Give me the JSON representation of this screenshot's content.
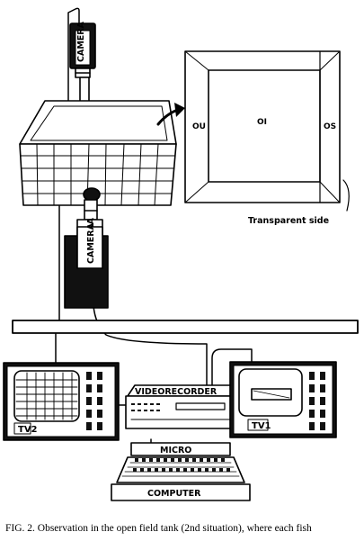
{
  "labels": {
    "camera_top": "CAMERA",
    "camera_bottom": "CAMERA",
    "zone_ou": "OU",
    "zone_oi": "OI",
    "zone_os": "OS",
    "transparent_side": "Transparent side",
    "videorecorder": "VIDEORECORDER",
    "tv2": "TV2",
    "tv1": "TV1",
    "micro": "MICRO",
    "computer": "COMPUTER"
  },
  "caption": "FIG. 2. Observation in the open field tank (2nd situation), where each fish"
}
